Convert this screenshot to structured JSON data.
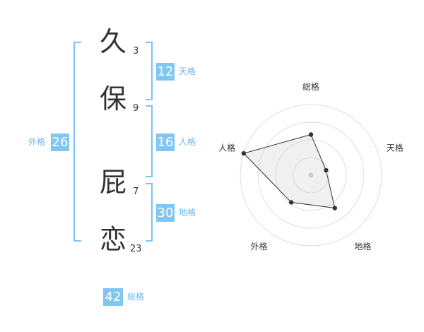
{
  "name": {
    "chars": [
      {
        "char": "久",
        "strokes": "3"
      },
      {
        "char": "保",
        "strokes": "9"
      },
      {
        "char": "屁",
        "strokes": "7"
      },
      {
        "char": "恋",
        "strokes": "23"
      }
    ]
  },
  "kaku": {
    "tenkaku": {
      "value": "12",
      "label": "天格"
    },
    "jinkaku": {
      "value": "16",
      "label": "人格"
    },
    "chikaku": {
      "value": "30",
      "label": "地格"
    },
    "gaikaku": {
      "value": "26",
      "label": "外格"
    },
    "soukaku": {
      "value": "42",
      "label": "総格"
    }
  },
  "colors": {
    "accent": "#80c6f2",
    "bracket": "#7cc4f0",
    "label": "#6ab6e8"
  },
  "chart_data": {
    "type": "radar",
    "axes": [
      "総格",
      "天格",
      "地格",
      "外格",
      "人格"
    ],
    "levels": 4,
    "max": 4,
    "values": [
      2.3,
      0.9,
      2.3,
      1.9,
      4.0
    ]
  }
}
